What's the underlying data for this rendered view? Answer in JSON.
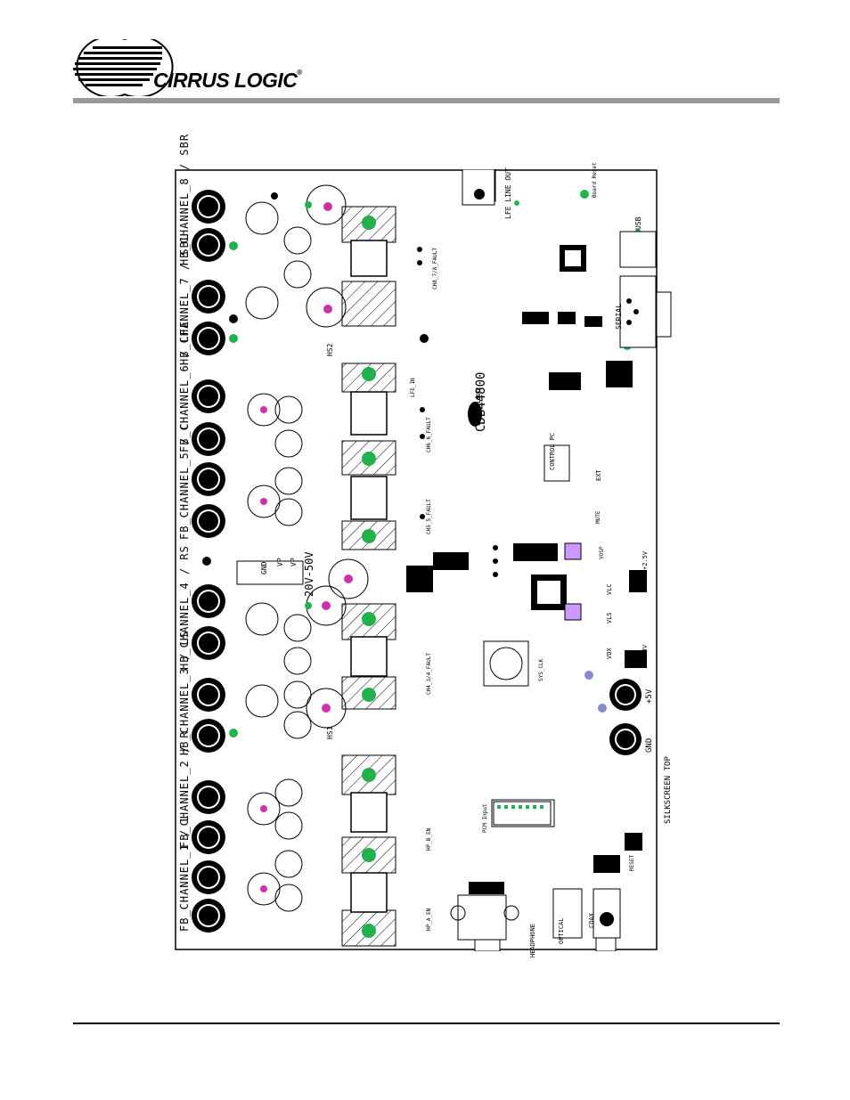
{
  "header": {
    "brand": "CIRRUS LOGIC",
    "reg": "®"
  },
  "board": {
    "part_number": "CDB44800",
    "chip_logo": "CIRRUS LOGIC",
    "silkscreen": "SILKSCREEN TOP",
    "channels": [
      "HB_CHANNEL_8 / SBR",
      "HB_CHANNEL_7 / SBL",
      "FB_CHANNEL_6 / LFE",
      "FB_CHANNEL_5 / C",
      "HB_CHANNEL_4 / RS",
      "HB_CHANNEL_3 / LS",
      "FB_CHANNEL_2 / R",
      "FB_CHANNEL_1 / L"
    ],
    "power": {
      "supply": "20V-50V",
      "gnd": "GND",
      "vp": "VP",
      "plus5": "+5V",
      "gnd_post": "GND"
    },
    "connectors": {
      "lfe_line_out": "LFE LINE OUT",
      "usb": "USB",
      "serial": "SERIAL",
      "headphone": "HEADPHONE",
      "optical": "OPTICAL",
      "coax": "COAX",
      "pcm_input": "PCM Input",
      "control_pc": "CONTROL PC",
      "ext": "EXT",
      "board_reset": "Board Reset",
      "reset": "RESET",
      "mute": "MUTE"
    },
    "heatsinks": [
      "HS2",
      "HS1"
    ],
    "fault_labels": [
      "CH8_7/8_FAULT",
      "CH6_6_FAULT",
      "CH5_5_FAULT",
      "CH4_3/4_FAULT",
      "HP_B_EN",
      "HP_A_EN"
    ],
    "misc_labels": [
      "LFE_IN",
      "VLC",
      "VLS",
      "VDX",
      "+3.3V",
      "+2.5V",
      "VOSP",
      "SYS_CLK"
    ]
  }
}
